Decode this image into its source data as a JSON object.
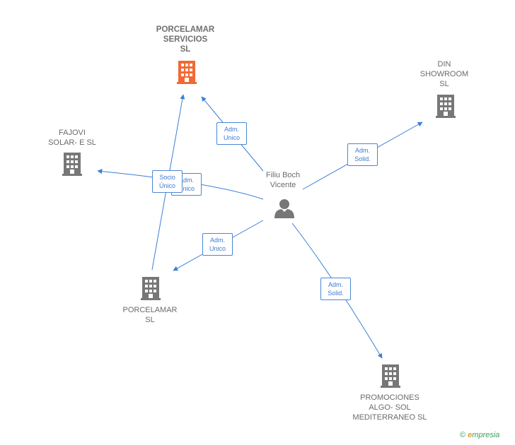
{
  "nodes": {
    "servicios": {
      "label": "PORCELAMAR\nSERVICIOS\nSL",
      "color": "#f06a35"
    },
    "din": {
      "label": "DIN\nSHOWROOM\nSL",
      "color": "#777777"
    },
    "fajovi": {
      "label": "FAJOVI\nSOLAR- E  SL",
      "color": "#777777"
    },
    "person": {
      "label": "Filiu Boch\nVicente",
      "color": "#777777"
    },
    "porcelamar": {
      "label": "PORCELAMAR\nSL",
      "color": "#777777"
    },
    "promociones": {
      "label": "PROMOCIONES\nALGO- SOL\nMEDITERRANEO SL",
      "color": "#777777"
    }
  },
  "edges": {
    "to_servicios": "Adm.\nUnico",
    "to_din": "Adm.\nSolid.",
    "to_fajovi": "Adm.\nUnico",
    "socio_unico": "Socio\nÚnico",
    "to_porcelamar": "Adm.\nUnico",
    "to_promociones": "Adm.\nSolid."
  },
  "edge_color": "#3a7fd5",
  "brand": {
    "copyright": "©",
    "initial": "e",
    "name": "mpresia"
  }
}
